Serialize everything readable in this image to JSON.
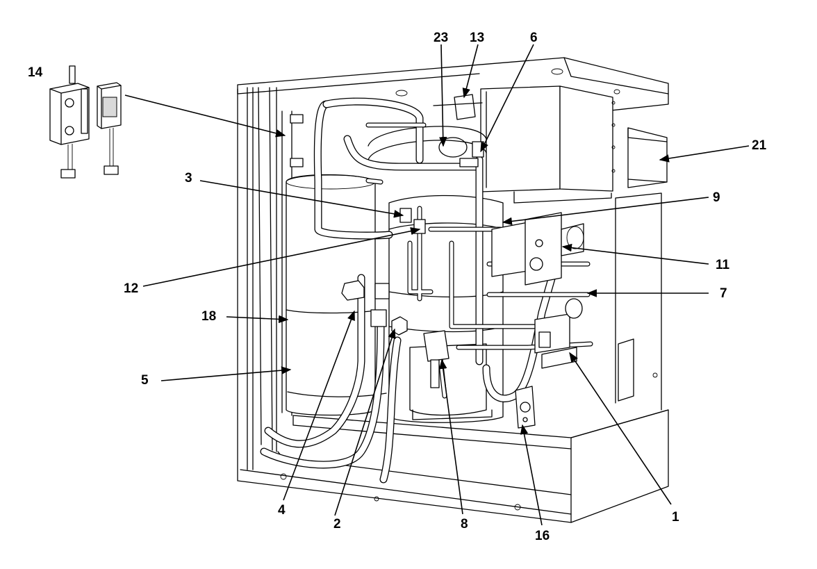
{
  "callouts": {
    "c1": "1",
    "c2": "2",
    "c3": "3",
    "c4": "4",
    "c5": "5",
    "c6": "6",
    "c7": "7",
    "c8": "8",
    "c9": "9",
    "c11": "11",
    "c12": "12",
    "c13": "13",
    "c14": "14",
    "c16": "16",
    "c18": "18",
    "c21": "21",
    "c23": "23"
  },
  "colors": {
    "line": "#000000",
    "background": "#ffffff",
    "shade": "#d9d9d9"
  }
}
